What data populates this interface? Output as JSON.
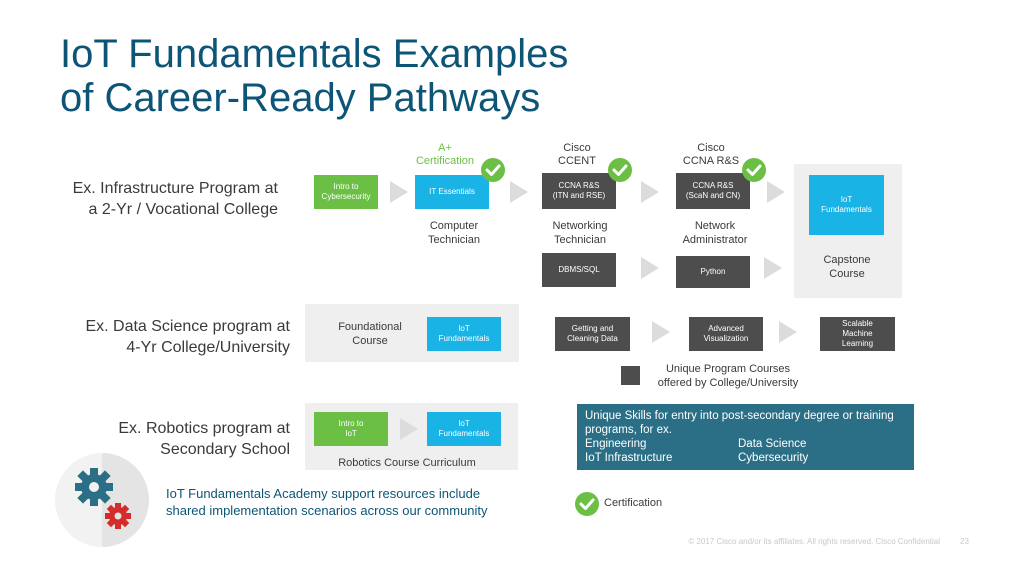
{
  "title": {
    "line1": "IoT Fundamentals Examples",
    "line2": "of Career-Ready Pathways"
  },
  "colors": {
    "title": "#0d5577",
    "green": "#6bbf45",
    "blue": "#1ab3e6",
    "dark": "#4d4d4d",
    "teal_box": "#2b6f87",
    "panel": "#efefef"
  },
  "rows": {
    "infrastructure": {
      "label1": "Ex. Infrastructure Program at",
      "label2": "a 2-Yr / Vocational College",
      "cert_a_plus": {
        "line1": "A+",
        "line2": "Certification"
      },
      "cert_ccent": {
        "line1": "Cisco",
        "line2": "CCENT"
      },
      "cert_ccna": {
        "line1": "Cisco",
        "line2": "CCNA R&S"
      },
      "intro_cyber": {
        "line1": "Intro to",
        "line2": "Cybersecurity"
      },
      "it_essentials": "IT Essentials",
      "ccna_itn": {
        "line1": "CCNA R&S",
        "line2": "(ITN and RSE)"
      },
      "ccna_scan": {
        "line1": "CCNA R&S",
        "line2": "(ScaN and CN)"
      },
      "iot_fundamentals": {
        "line1": "IoT",
        "line2": "Fundamentals"
      },
      "role_computer": {
        "line1": "Computer",
        "line2": "Technician"
      },
      "role_networking": {
        "line1": "Networking",
        "line2": "Technician"
      },
      "role_network_admin": {
        "line1": "Network",
        "line2": "Administrator"
      },
      "dbms": "DBMS/SQL",
      "python": "Python",
      "capstone": {
        "line1": "Capstone",
        "line2": "Course"
      }
    },
    "data_science": {
      "label1": "Ex. Data Science program at",
      "label2": "4-Yr College/University",
      "foundational": {
        "line1": "Foundational",
        "line2": "Course"
      },
      "iot_fundamentals": {
        "line1": "IoT",
        "line2": "Fundamentals"
      },
      "getting_cleaning": {
        "line1": "Getting and",
        "line2": "Cleaning Data"
      },
      "advanced_viz": {
        "line1": "Advanced",
        "line2": "Visualization"
      },
      "scalable_ml": {
        "line1": "Scalable",
        "line2": "Machine",
        "line3": "Learning"
      }
    },
    "robotics": {
      "label1": "Ex. Robotics program at",
      "label2": "Secondary School",
      "intro_iot": {
        "line1": "Intro to",
        "line2": "IoT"
      },
      "iot_fundamentals": {
        "line1": "IoT",
        "line2": "Fundamentals"
      },
      "curriculum": "Robotics Course Curriculum"
    }
  },
  "legend": {
    "unique_courses": {
      "line1": "Unique Program Courses",
      "line2": "offered by College/University"
    },
    "certification": "Certification"
  },
  "skills_box": {
    "heading1": "Unique Skills for entry into post-secondary degree or training",
    "heading2": "programs, for ex.",
    "items": [
      "Engineering",
      "Data Science",
      "IoT Infrastructure",
      "Cybersecurity"
    ]
  },
  "community": {
    "line1": "IoT Fundamentals Academy support resources include",
    "line2": "shared implementation scenarios across our community"
  },
  "footer": {
    "copyright": "© 2017 Cisco and/or its affiliates. All rights reserved. Cisco Confidential",
    "page": "23"
  }
}
